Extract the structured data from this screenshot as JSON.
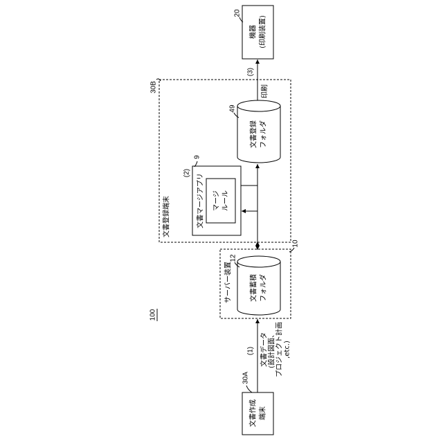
{
  "figure": {
    "label": "100"
  },
  "doc_creation_terminal": {
    "ref": "30A",
    "lines": [
      "文書作成",
      "端末"
    ]
  },
  "upload": {
    "step": "(1)",
    "lines": [
      "文書データ",
      "(設計図面、",
      "プロジェクト計画",
      ",etc.)"
    ]
  },
  "server": {
    "ref": "10",
    "label": "サーバー装置",
    "folder": {
      "ref": "12",
      "lines": [
        "文書蓄積",
        "フォルダ"
      ]
    }
  },
  "registration_terminal": {
    "ref": "30B",
    "label": "文書登録端末",
    "merge_app": {
      "ref": "9",
      "step": "(2)",
      "label": "文書マージアプリ",
      "rule_lines": [
        "マージ",
        "ルール"
      ]
    },
    "folder": {
      "ref": "49",
      "lines": [
        "文書登録",
        "フォルダ"
      ]
    }
  },
  "print": {
    "step": "(3)",
    "label": "印刷"
  },
  "device": {
    "ref": "20",
    "lines": [
      "機器",
      "(印刷装置)"
    ]
  },
  "colors": {
    "line": "#000000",
    "background": "#ffffff"
  }
}
